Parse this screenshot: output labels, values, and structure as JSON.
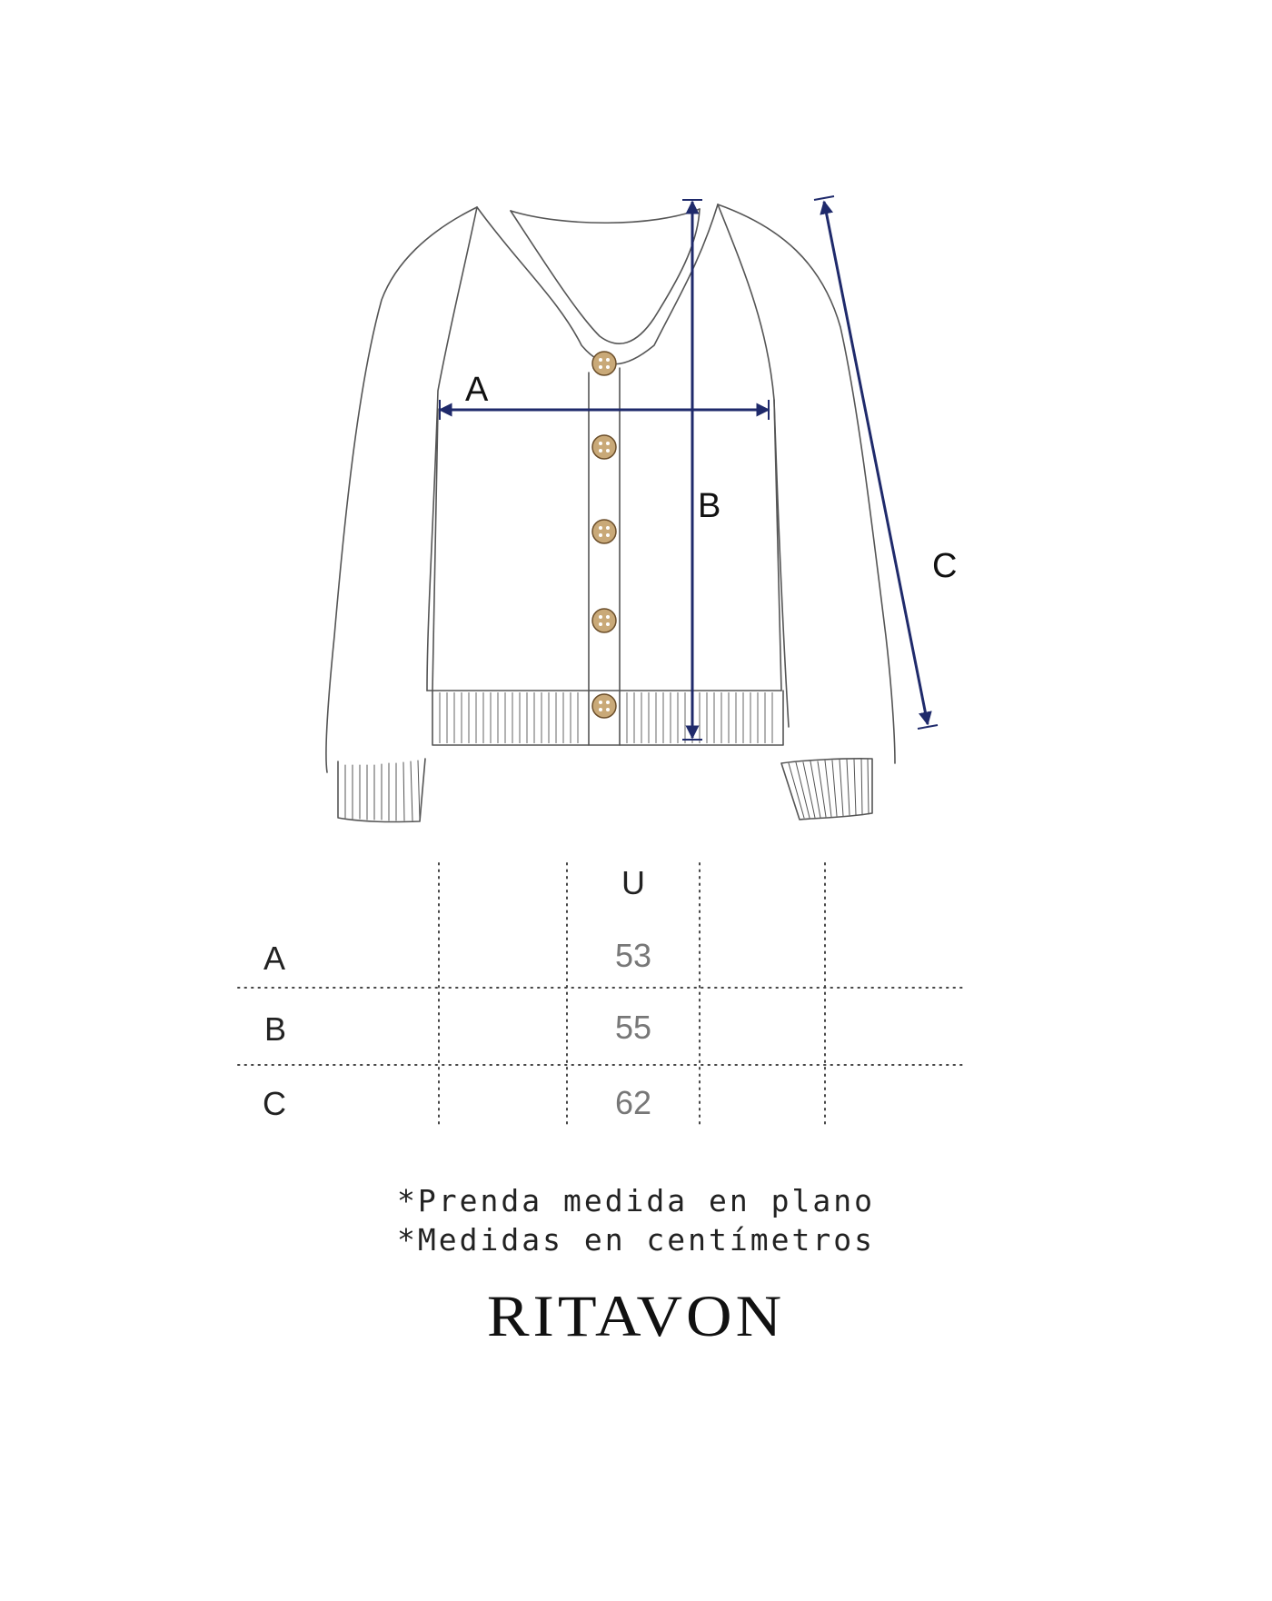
{
  "diagram": {
    "dimensions": [
      {
        "key": "A",
        "label": "A"
      },
      {
        "key": "B",
        "label": "B"
      },
      {
        "key": "C",
        "label": "C"
      }
    ],
    "arrow_color": "#1f2a6b",
    "sketch_line_color": "#555555",
    "button_color": "#b08a55"
  },
  "size_table": {
    "column_header": "U",
    "rows": [
      {
        "label": "A",
        "value": "53"
      },
      {
        "label": "B",
        "value": "55"
      },
      {
        "label": "C",
        "value": "62"
      }
    ]
  },
  "notes": [
    "*Prenda medida en plano",
    "*Medidas en centímetros"
  ],
  "brand": "RITAVON"
}
